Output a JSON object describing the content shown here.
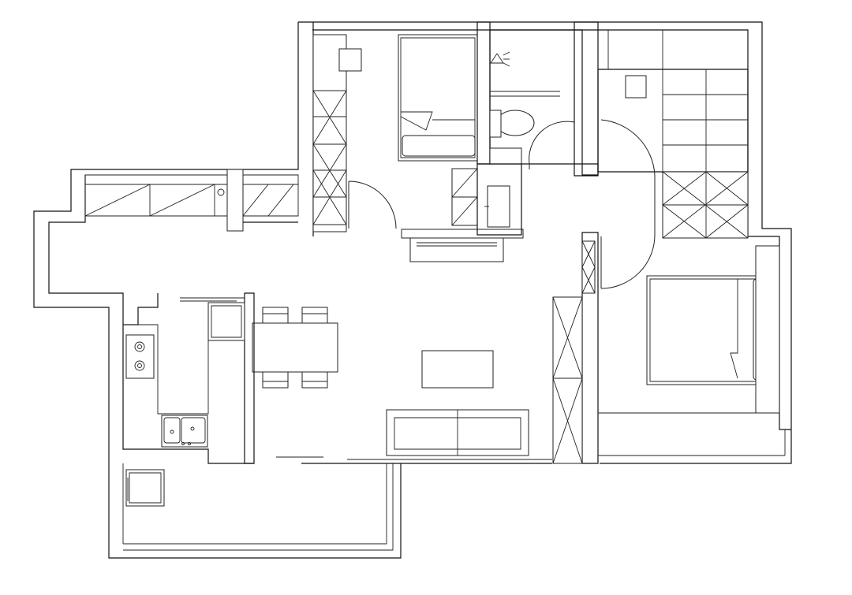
{
  "drawing": {
    "type": "architectural floor plan",
    "style": "black line drawing on white",
    "background": "#ffffff",
    "line_color": "#111111",
    "labels": []
  },
  "rooms": [
    {
      "id": "living-dining"
    },
    {
      "id": "kitchen"
    },
    {
      "id": "bedroom-small"
    },
    {
      "id": "bathroom"
    },
    {
      "id": "master-bedroom"
    },
    {
      "id": "study-storage"
    },
    {
      "id": "balcony-north"
    },
    {
      "id": "balcony-south"
    }
  ]
}
